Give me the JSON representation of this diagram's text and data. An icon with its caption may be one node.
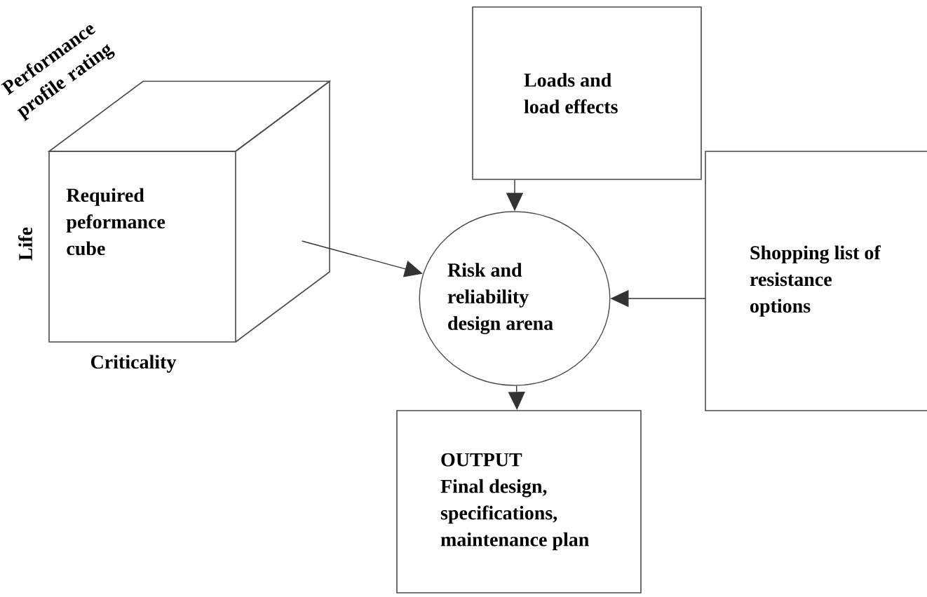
{
  "diagram": {
    "nodes": [
      {
        "text": [
          "Required peformance cube"
        ],
        "beside": [
          "Performance profile rating",
          "Life",
          "Criticality"
        ]
      },
      {
        "text": [
          "Loads and load effects"
        ]
      },
      {
        "text": [
          "Risk and reliability design arena"
        ]
      },
      {
        "text": [
          "Shopping list of resistance options"
        ]
      },
      {
        "text": [
          "OUTPUT",
          "Final design, specifications, maintenance plan"
        ]
      }
    ],
    "edges": [
      {
        "from": 0,
        "to": 2,
        "arrow": "to"
      },
      {
        "from": 1,
        "to": 2,
        "arrow": "to"
      },
      {
        "from": 3,
        "to": 2,
        "arrow": "to"
      },
      {
        "from": 2,
        "to": 4,
        "arrow": "to"
      }
    ]
  }
}
